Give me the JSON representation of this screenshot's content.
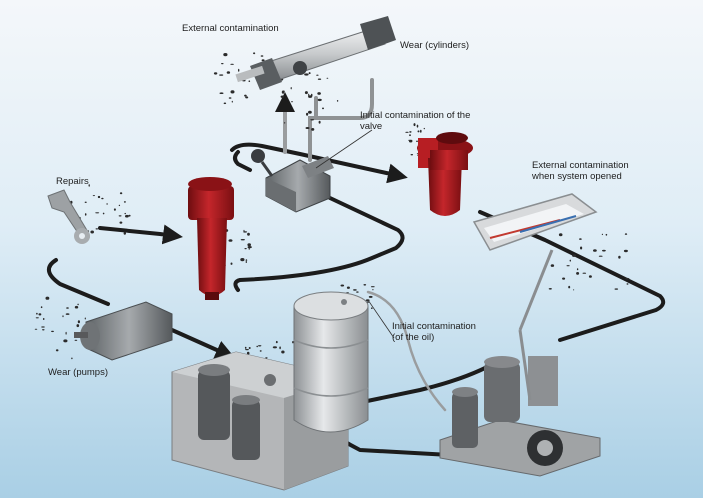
{
  "diagram": {
    "topic": "Sources of contamination in a hydraulic system",
    "labels": {
      "external_contamination": "External contamination",
      "wear_cylinders": "Wear (cylinders)",
      "initial_valve_1": "Initial contamination of the",
      "initial_valve_2": "valve",
      "external_opened_1": "External contamination",
      "external_opened_2": "when system opened",
      "repairs": "Repairs",
      "initial_oil_1": "Initial contamination",
      "initial_oil_2": "(of the oil)",
      "wear_pumps": "Wear (pumps)"
    },
    "colors": {
      "background_top": "#f4f7fa",
      "background_bottom": "#a9cfe5",
      "pipe": "#1c1c1c",
      "filter_red": "#a3161b",
      "metal_gray": "#8f9294",
      "tank_gray": "#b4b6b8"
    },
    "icons": [
      "wrench-icon",
      "cylinder-icon",
      "valve-icon",
      "return-filter-icon",
      "pressure-filter-icon",
      "pump-icon",
      "reservoir-icon",
      "oil-drum-icon",
      "filter-cart-icon",
      "open-cover-icon"
    ]
  }
}
